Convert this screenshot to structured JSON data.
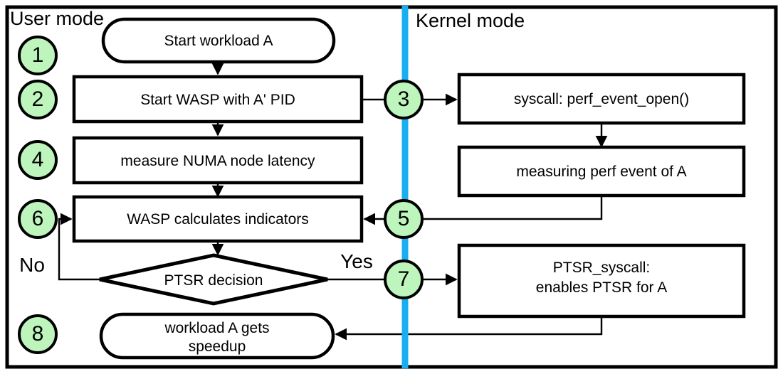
{
  "diagram": {
    "title_hidden": "",
    "colors": {
      "badge_fill": "#bdf5bd",
      "divider": "#19aeef",
      "stroke": "#000000",
      "node_fill": "#ffffff",
      "background": "#ffffff"
    },
    "lanes": [
      {
        "id": "user",
        "label": "User mode"
      },
      {
        "id": "kernel",
        "label": "Kernel mode"
      }
    ],
    "nodes": [
      {
        "id": "n1",
        "shape": "stadium",
        "lane": "user",
        "lines": [
          "Start workload A"
        ]
      },
      {
        "id": "n2",
        "shape": "rect",
        "lane": "user",
        "lines": [
          "Start WASP with A' PID"
        ]
      },
      {
        "id": "n4",
        "shape": "rect",
        "lane": "user",
        "lines": [
          "measure NUMA node latency"
        ]
      },
      {
        "id": "n6",
        "shape": "rect",
        "lane": "user",
        "lines": [
          "WASP calculates indicators"
        ]
      },
      {
        "id": "nd",
        "shape": "diamond",
        "lane": "user",
        "lines": [
          "PTSR decision"
        ]
      },
      {
        "id": "n8",
        "shape": "stadium",
        "lane": "user",
        "lines": [
          "workload A gets",
          "speedup"
        ]
      },
      {
        "id": "k3",
        "shape": "rect",
        "lane": "kernel",
        "lines": [
          "syscall: perf_event_open()"
        ]
      },
      {
        "id": "k5",
        "shape": "rect",
        "lane": "kernel",
        "lines": [
          "measuring perf event of A"
        ]
      },
      {
        "id": "k7",
        "shape": "rect",
        "lane": "kernel",
        "lines": [
          "PTSR_syscall:",
          "enables PTSR for A"
        ]
      }
    ],
    "badges": [
      {
        "id": "b1",
        "label": "1"
      },
      {
        "id": "b2",
        "label": "2"
      },
      {
        "id": "b3",
        "label": "3"
      },
      {
        "id": "b4",
        "label": "4"
      },
      {
        "id": "b5",
        "label": "5"
      },
      {
        "id": "b6",
        "label": "6"
      },
      {
        "id": "b7",
        "label": "7"
      },
      {
        "id": "b8",
        "label": "8"
      }
    ],
    "edge_labels": [
      {
        "id": "no",
        "label": "No"
      },
      {
        "id": "yes",
        "label": "Yes"
      }
    ]
  }
}
